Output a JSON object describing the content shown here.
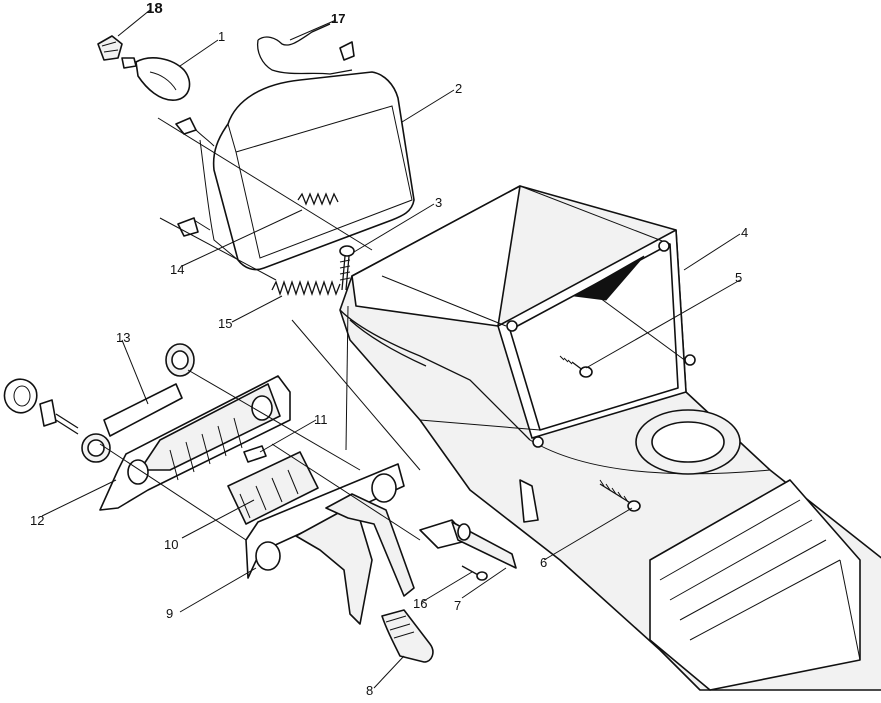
{
  "diagram": {
    "type": "exploded-parts-view",
    "callouts": [
      {
        "number": "1"
      },
      {
        "number": "2"
      },
      {
        "number": "3"
      },
      {
        "number": "4"
      },
      {
        "number": "5"
      },
      {
        "number": "6"
      },
      {
        "number": "7"
      },
      {
        "number": "8"
      },
      {
        "number": "9"
      },
      {
        "number": "10"
      },
      {
        "number": "11"
      },
      {
        "number": "12"
      },
      {
        "number": "13"
      },
      {
        "number": "14"
      },
      {
        "number": "15"
      },
      {
        "number": "16"
      },
      {
        "number": "17"
      },
      {
        "number": "18"
      }
    ]
  }
}
